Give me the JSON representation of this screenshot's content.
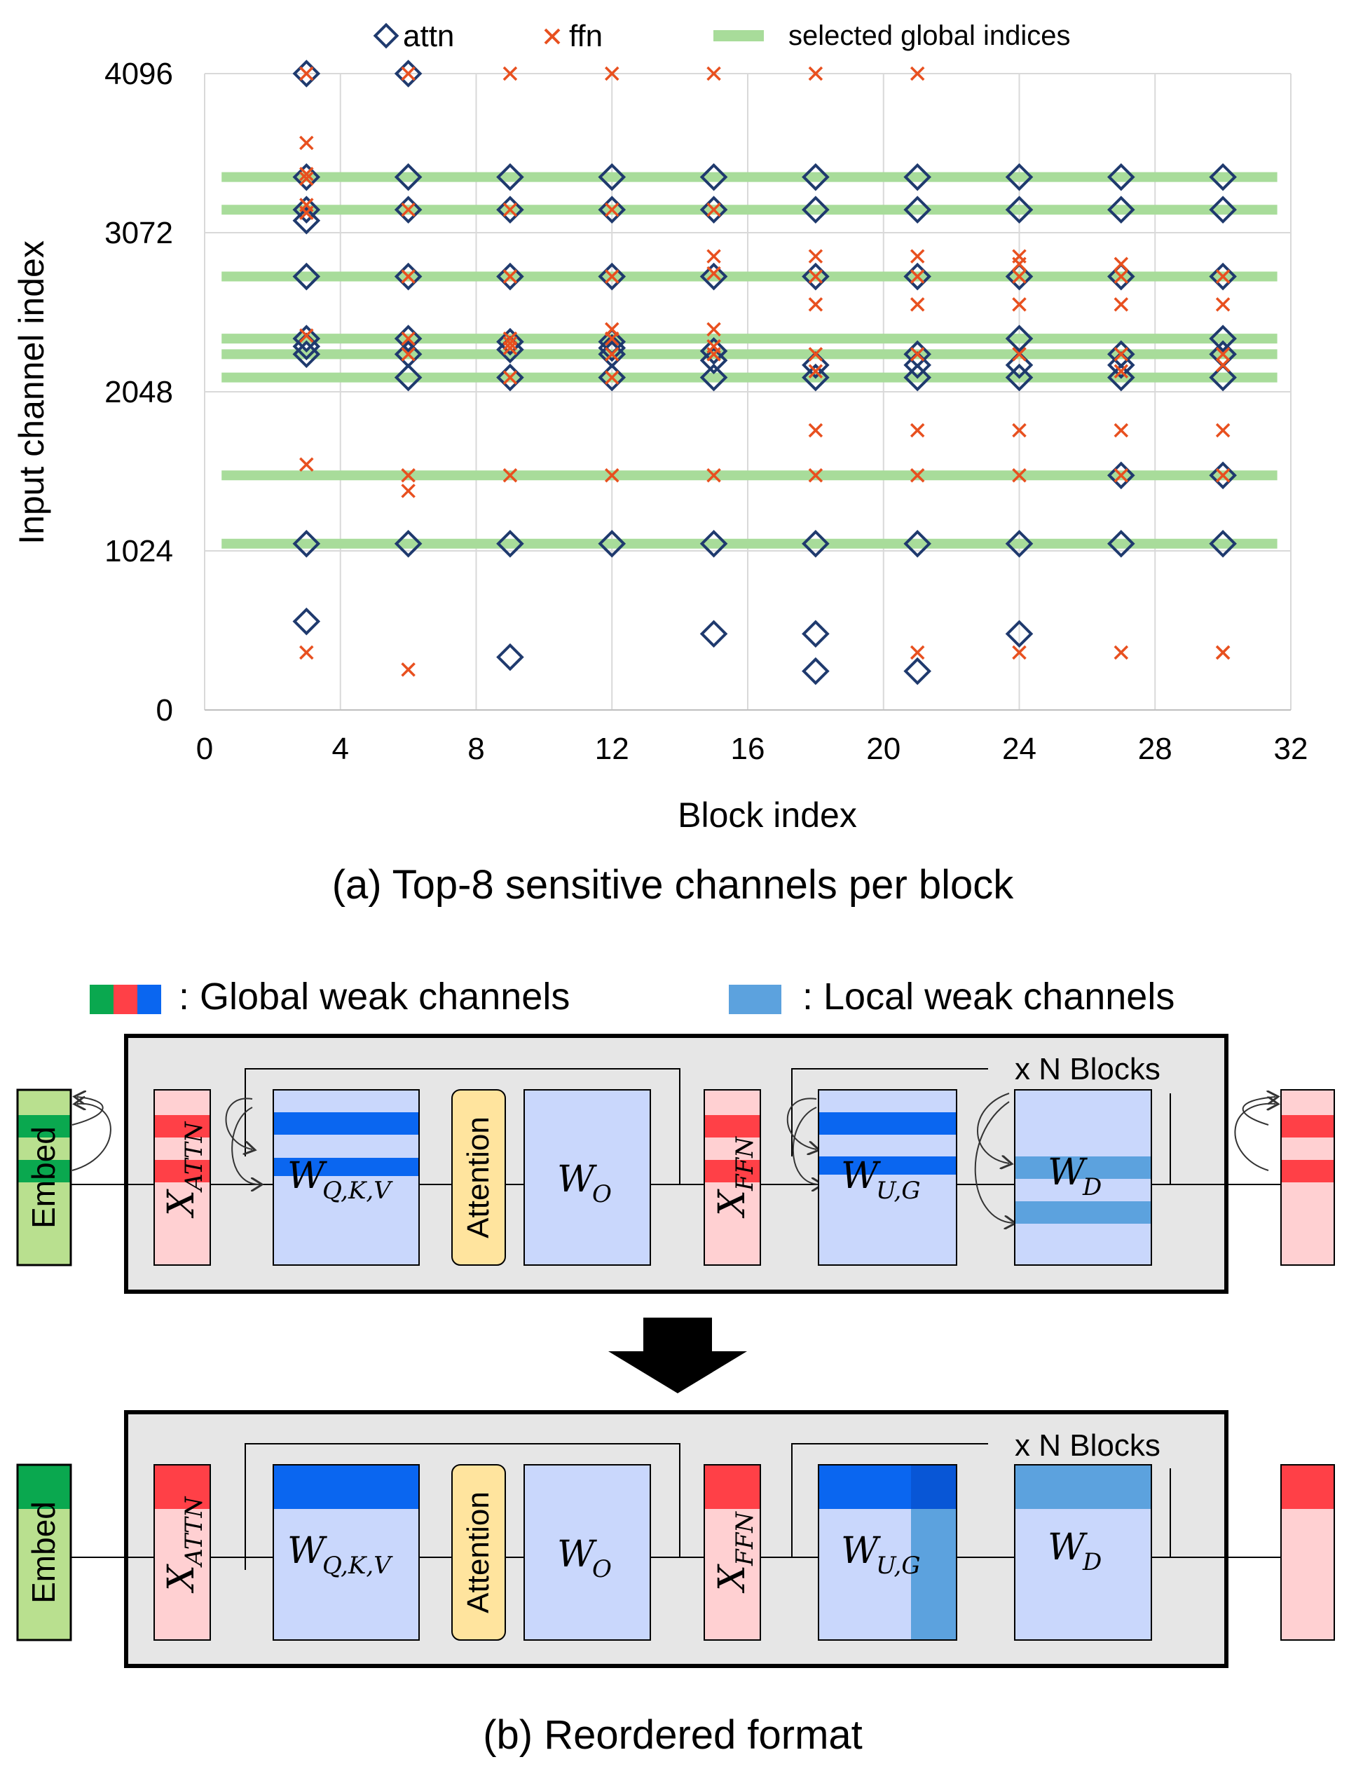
{
  "chart_data": {
    "type": "scatter",
    "caption": "(a) Top-8 sensitive channels per block",
    "xlabel": "Block index",
    "ylabel": "Input channel index",
    "xlim": [
      0,
      32
    ],
    "ylim": [
      0,
      4096
    ],
    "xticks": [
      "0",
      "4",
      "8",
      "12",
      "16",
      "20",
      "24",
      "28",
      "32"
    ],
    "yticks": [
      "0",
      "1024",
      "2048",
      "3072",
      "4096"
    ],
    "grid": true,
    "legend_position": "top",
    "legend": {
      "attn": "attn",
      "ffn": "ffn",
      "global": "selected global indices"
    },
    "colors": {
      "attn": "#1f3a6e",
      "ffn": "#e8501f",
      "global": "#a8dc9a"
    },
    "global_indices": [
      3430,
      3220,
      2790,
      2390,
      2290,
      2140,
      1510,
      1070
    ],
    "series": [
      {
        "name": "attn",
        "marker": "diamond",
        "points": [
          [
            3,
            4096
          ],
          [
            3,
            3430
          ],
          [
            3,
            3220
          ],
          [
            3,
            3150
          ],
          [
            3,
            2790
          ],
          [
            3,
            2390
          ],
          [
            3,
            2340
          ],
          [
            3,
            2290
          ],
          [
            3,
            1070
          ],
          [
            3,
            570
          ],
          [
            6,
            4096
          ],
          [
            6,
            3430
          ],
          [
            6,
            3220
          ],
          [
            6,
            2790
          ],
          [
            6,
            2390
          ],
          [
            6,
            2290
          ],
          [
            6,
            2140
          ],
          [
            6,
            1070
          ],
          [
            9,
            3430
          ],
          [
            9,
            3220
          ],
          [
            9,
            2790
          ],
          [
            9,
            2370
          ],
          [
            9,
            2320
          ],
          [
            9,
            2140
          ],
          [
            9,
            1070
          ],
          [
            9,
            340
          ],
          [
            12,
            3430
          ],
          [
            12,
            3220
          ],
          [
            12,
            2790
          ],
          [
            12,
            2370
          ],
          [
            12,
            2330
          ],
          [
            12,
            2290
          ],
          [
            12,
            2140
          ],
          [
            12,
            1070
          ],
          [
            15,
            3430
          ],
          [
            15,
            3220
          ],
          [
            15,
            2790
          ],
          [
            15,
            2310
          ],
          [
            15,
            2250
          ],
          [
            15,
            2140
          ],
          [
            15,
            1070
          ],
          [
            15,
            490
          ],
          [
            18,
            3430
          ],
          [
            18,
            3220
          ],
          [
            18,
            2790
          ],
          [
            18,
            2220
          ],
          [
            18,
            2140
          ],
          [
            18,
            1070
          ],
          [
            18,
            490
          ],
          [
            18,
            250
          ],
          [
            21,
            3430
          ],
          [
            21,
            3220
          ],
          [
            21,
            2790
          ],
          [
            21,
            2290
          ],
          [
            21,
            2220
          ],
          [
            21,
            2140
          ],
          [
            21,
            1070
          ],
          [
            21,
            250
          ],
          [
            24,
            3430
          ],
          [
            24,
            3220
          ],
          [
            24,
            2790
          ],
          [
            24,
            2390
          ],
          [
            24,
            2220
          ],
          [
            24,
            2140
          ],
          [
            24,
            1070
          ],
          [
            24,
            490
          ],
          [
            27,
            3430
          ],
          [
            27,
            3220
          ],
          [
            27,
            2790
          ],
          [
            27,
            2290
          ],
          [
            27,
            2220
          ],
          [
            27,
            2140
          ],
          [
            27,
            1510
          ],
          [
            27,
            1070
          ],
          [
            30,
            3430
          ],
          [
            30,
            3220
          ],
          [
            30,
            2790
          ],
          [
            30,
            2390
          ],
          [
            30,
            2290
          ],
          [
            30,
            2140
          ],
          [
            30,
            1510
          ],
          [
            30,
            1070
          ]
        ]
      },
      {
        "name": "ffn",
        "marker": "x",
        "points": [
          [
            3,
            4096
          ],
          [
            3,
            3650
          ],
          [
            3,
            3450
          ],
          [
            3,
            3420
          ],
          [
            3,
            3250
          ],
          [
            3,
            3200
          ],
          [
            3,
            2410
          ],
          [
            3,
            1580
          ],
          [
            3,
            370
          ],
          [
            6,
            4096
          ],
          [
            6,
            3220
          ],
          [
            6,
            2790
          ],
          [
            6,
            2390
          ],
          [
            6,
            2290
          ],
          [
            6,
            1510
          ],
          [
            6,
            1410
          ],
          [
            6,
            260
          ],
          [
            9,
            4096
          ],
          [
            9,
            3220
          ],
          [
            9,
            2790
          ],
          [
            9,
            2390
          ],
          [
            9,
            2360
          ],
          [
            9,
            2330
          ],
          [
            9,
            2140
          ],
          [
            9,
            1510
          ],
          [
            12,
            4096
          ],
          [
            12,
            3220
          ],
          [
            12,
            2790
          ],
          [
            12,
            2450
          ],
          [
            12,
            2390
          ],
          [
            12,
            2290
          ],
          [
            12,
            2140
          ],
          [
            12,
            1510
          ],
          [
            15,
            4096
          ],
          [
            15,
            3220
          ],
          [
            15,
            2920
          ],
          [
            15,
            2810
          ],
          [
            15,
            2450
          ],
          [
            15,
            2340
          ],
          [
            15,
            2290
          ],
          [
            15,
            1510
          ],
          [
            18,
            4096
          ],
          [
            18,
            2920
          ],
          [
            18,
            2790
          ],
          [
            18,
            2610
          ],
          [
            18,
            2290
          ],
          [
            18,
            2180
          ],
          [
            18,
            1800
          ],
          [
            18,
            1510
          ],
          [
            21,
            4096
          ],
          [
            21,
            2920
          ],
          [
            21,
            2790
          ],
          [
            21,
            2610
          ],
          [
            21,
            2290
          ],
          [
            21,
            1800
          ],
          [
            21,
            1510
          ],
          [
            21,
            370
          ],
          [
            24,
            2920
          ],
          [
            24,
            2870
          ],
          [
            24,
            2790
          ],
          [
            24,
            2610
          ],
          [
            24,
            2290
          ],
          [
            24,
            1800
          ],
          [
            24,
            1510
          ],
          [
            24,
            370
          ],
          [
            27,
            2870
          ],
          [
            27,
            2790
          ],
          [
            27,
            2610
          ],
          [
            27,
            2290
          ],
          [
            27,
            2180
          ],
          [
            27,
            1800
          ],
          [
            27,
            1510
          ],
          [
            27,
            370
          ],
          [
            30,
            2790
          ],
          [
            30,
            2610
          ],
          [
            30,
            2290
          ],
          [
            30,
            2220
          ],
          [
            30,
            1800
          ],
          [
            30,
            1510
          ],
          [
            30,
            370
          ],
          [
            30,
            370
          ]
        ]
      }
    ]
  },
  "diagram": {
    "legend_global": ": Global weak channels",
    "legend_local": ": Local weak channels",
    "top": {
      "embed": "Embed",
      "x_attn": "X",
      "x_attn_sub": "ATTN",
      "w_qkv": "W",
      "w_qkv_sub": "Q,K,V",
      "attention": "Attention",
      "w_o": "W",
      "w_o_sub": "O",
      "x_ffn": "X",
      "x_ffn_sub": "FFN",
      "w_ug": "W",
      "w_ug_sub": "U,G",
      "w_d": "W",
      "w_d_sub": "D",
      "n_blocks": "x N Blocks"
    },
    "bottom": {
      "embed": "Embed",
      "x_attn": "X",
      "x_attn_sub": "ATTN",
      "w_qkv": "W",
      "w_qkv_sub": "Q,K,V",
      "attention": "Attention",
      "w_o": "W",
      "w_o_sub": "O",
      "x_ffn": "X",
      "x_ffn_sub": "FFN",
      "w_ug": "W",
      "w_ug_sub": "U,G",
      "w_d": "W",
      "w_d_sub": "D",
      "n_blocks": "x N Blocks"
    },
    "caption": "(b) Reordered format",
    "colors": {
      "green_dark": "#0aa84f",
      "green_light": "#b9e08f",
      "red": "#ff4047",
      "pink": "#ffd0d2",
      "blue": "#0a66f0",
      "blue_local": "#5ca2de",
      "weight": "#c9d7fc",
      "attention": "#ffe49e",
      "panel": "#e6e6e6"
    }
  }
}
